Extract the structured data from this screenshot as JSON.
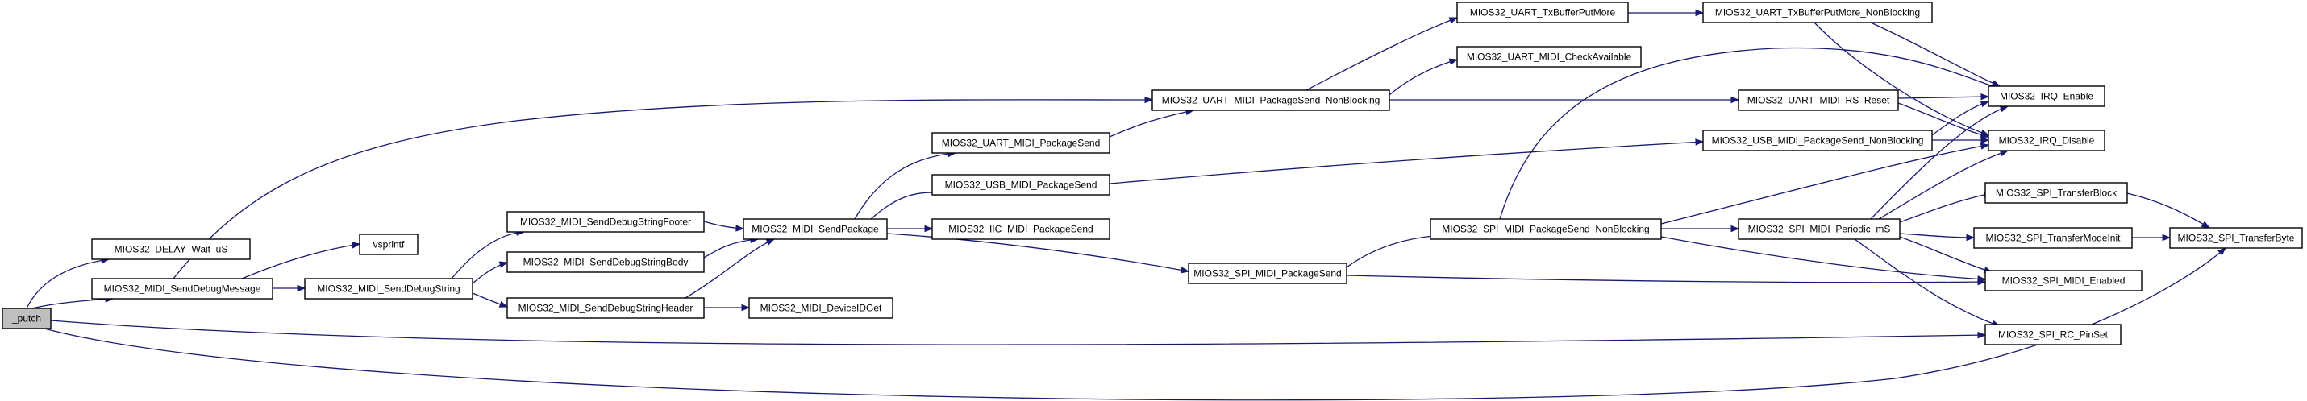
{
  "graph": {
    "colors": {
      "edge": "#191970",
      "node_fill": "#ffffff",
      "root_fill": "#bfbfbf",
      "node_stroke": "#000000"
    },
    "nodes": [
      {
        "id": "putch",
        "label": "_putch",
        "root": true
      },
      {
        "id": "delay",
        "label": "MIOS32_DELAY_Wait_uS"
      },
      {
        "id": "senddebugmsg",
        "label": "MIOS32_MIDI_SendDebugMessage"
      },
      {
        "id": "vsprintf",
        "label": "vsprintf"
      },
      {
        "id": "senddebugstr",
        "label": "MIOS32_MIDI_SendDebugString"
      },
      {
        "id": "footer",
        "label": "MIOS32_MIDI_SendDebugStringFooter"
      },
      {
        "id": "body",
        "label": "MIOS32_MIDI_SendDebugStringBody"
      },
      {
        "id": "header",
        "label": "MIOS32_MIDI_SendDebugStringHeader"
      },
      {
        "id": "sendpkg",
        "label": "MIOS32_MIDI_SendPackage"
      },
      {
        "id": "deviceid",
        "label": "MIOS32_MIDI_DeviceIDGet"
      },
      {
        "id": "uartpkg",
        "label": "MIOS32_UART_MIDI_PackageSend"
      },
      {
        "id": "usbpkg",
        "label": "MIOS32_USB_MIDI_PackageSend"
      },
      {
        "id": "iicpkg",
        "label": "MIOS32_IIC_MIDI_PackageSend"
      },
      {
        "id": "spipkg",
        "label": "MIOS32_SPI_MIDI_PackageSend"
      },
      {
        "id": "uartnb",
        "label": "MIOS32_UART_MIDI_PackageSend_NonBlocking"
      },
      {
        "id": "txmore",
        "label": "MIOS32_UART_TxBufferPutMore"
      },
      {
        "id": "checkavail",
        "label": "MIOS32_UART_MIDI_CheckAvailable"
      },
      {
        "id": "txmorenb",
        "label": "MIOS32_UART_TxBufferPutMore_NonBlocking"
      },
      {
        "id": "rsreset",
        "label": "MIOS32_UART_MIDI_RS_Reset"
      },
      {
        "id": "usbnb",
        "label": "MIOS32_USB_MIDI_PackageSend_NonBlocking"
      },
      {
        "id": "spinb",
        "label": "MIOS32_SPI_MIDI_PackageSend_NonBlocking"
      },
      {
        "id": "periodic",
        "label": "MIOS32_SPI_MIDI_Periodic_mS"
      },
      {
        "id": "irqen",
        "label": "MIOS32_IRQ_Enable"
      },
      {
        "id": "irqdis",
        "label": "MIOS32_IRQ_Disable"
      },
      {
        "id": "transferblock",
        "label": "MIOS32_SPI_TransferBlock"
      },
      {
        "id": "transfermode",
        "label": "MIOS32_SPI_TransferModeInit"
      },
      {
        "id": "transferbyte",
        "label": "MIOS32_SPI_TransferByte"
      },
      {
        "id": "spienabled",
        "label": "MIOS32_SPI_MIDI_Enabled"
      },
      {
        "id": "rcpinset",
        "label": "MIOS32_SPI_RC_PinSet"
      }
    ]
  }
}
